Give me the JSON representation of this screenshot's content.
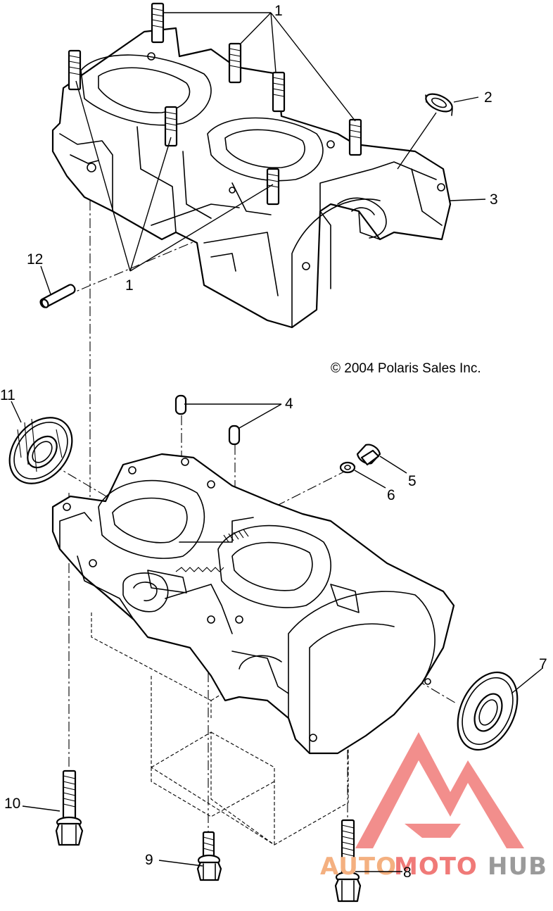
{
  "copyright": "© 2004 Polaris Sales Inc.",
  "callouts": [
    "1",
    "1",
    "2",
    "3",
    "4",
    "5",
    "6",
    "7",
    "8",
    "9",
    "10",
    "11",
    "12"
  ],
  "watermark": {
    "part1": "AUTO",
    "part2": "MOTO",
    "part3": "HUB",
    "color_light": "#f4b080",
    "color_red": "#f07a78",
    "color_gray": "#9a9a9a"
  }
}
